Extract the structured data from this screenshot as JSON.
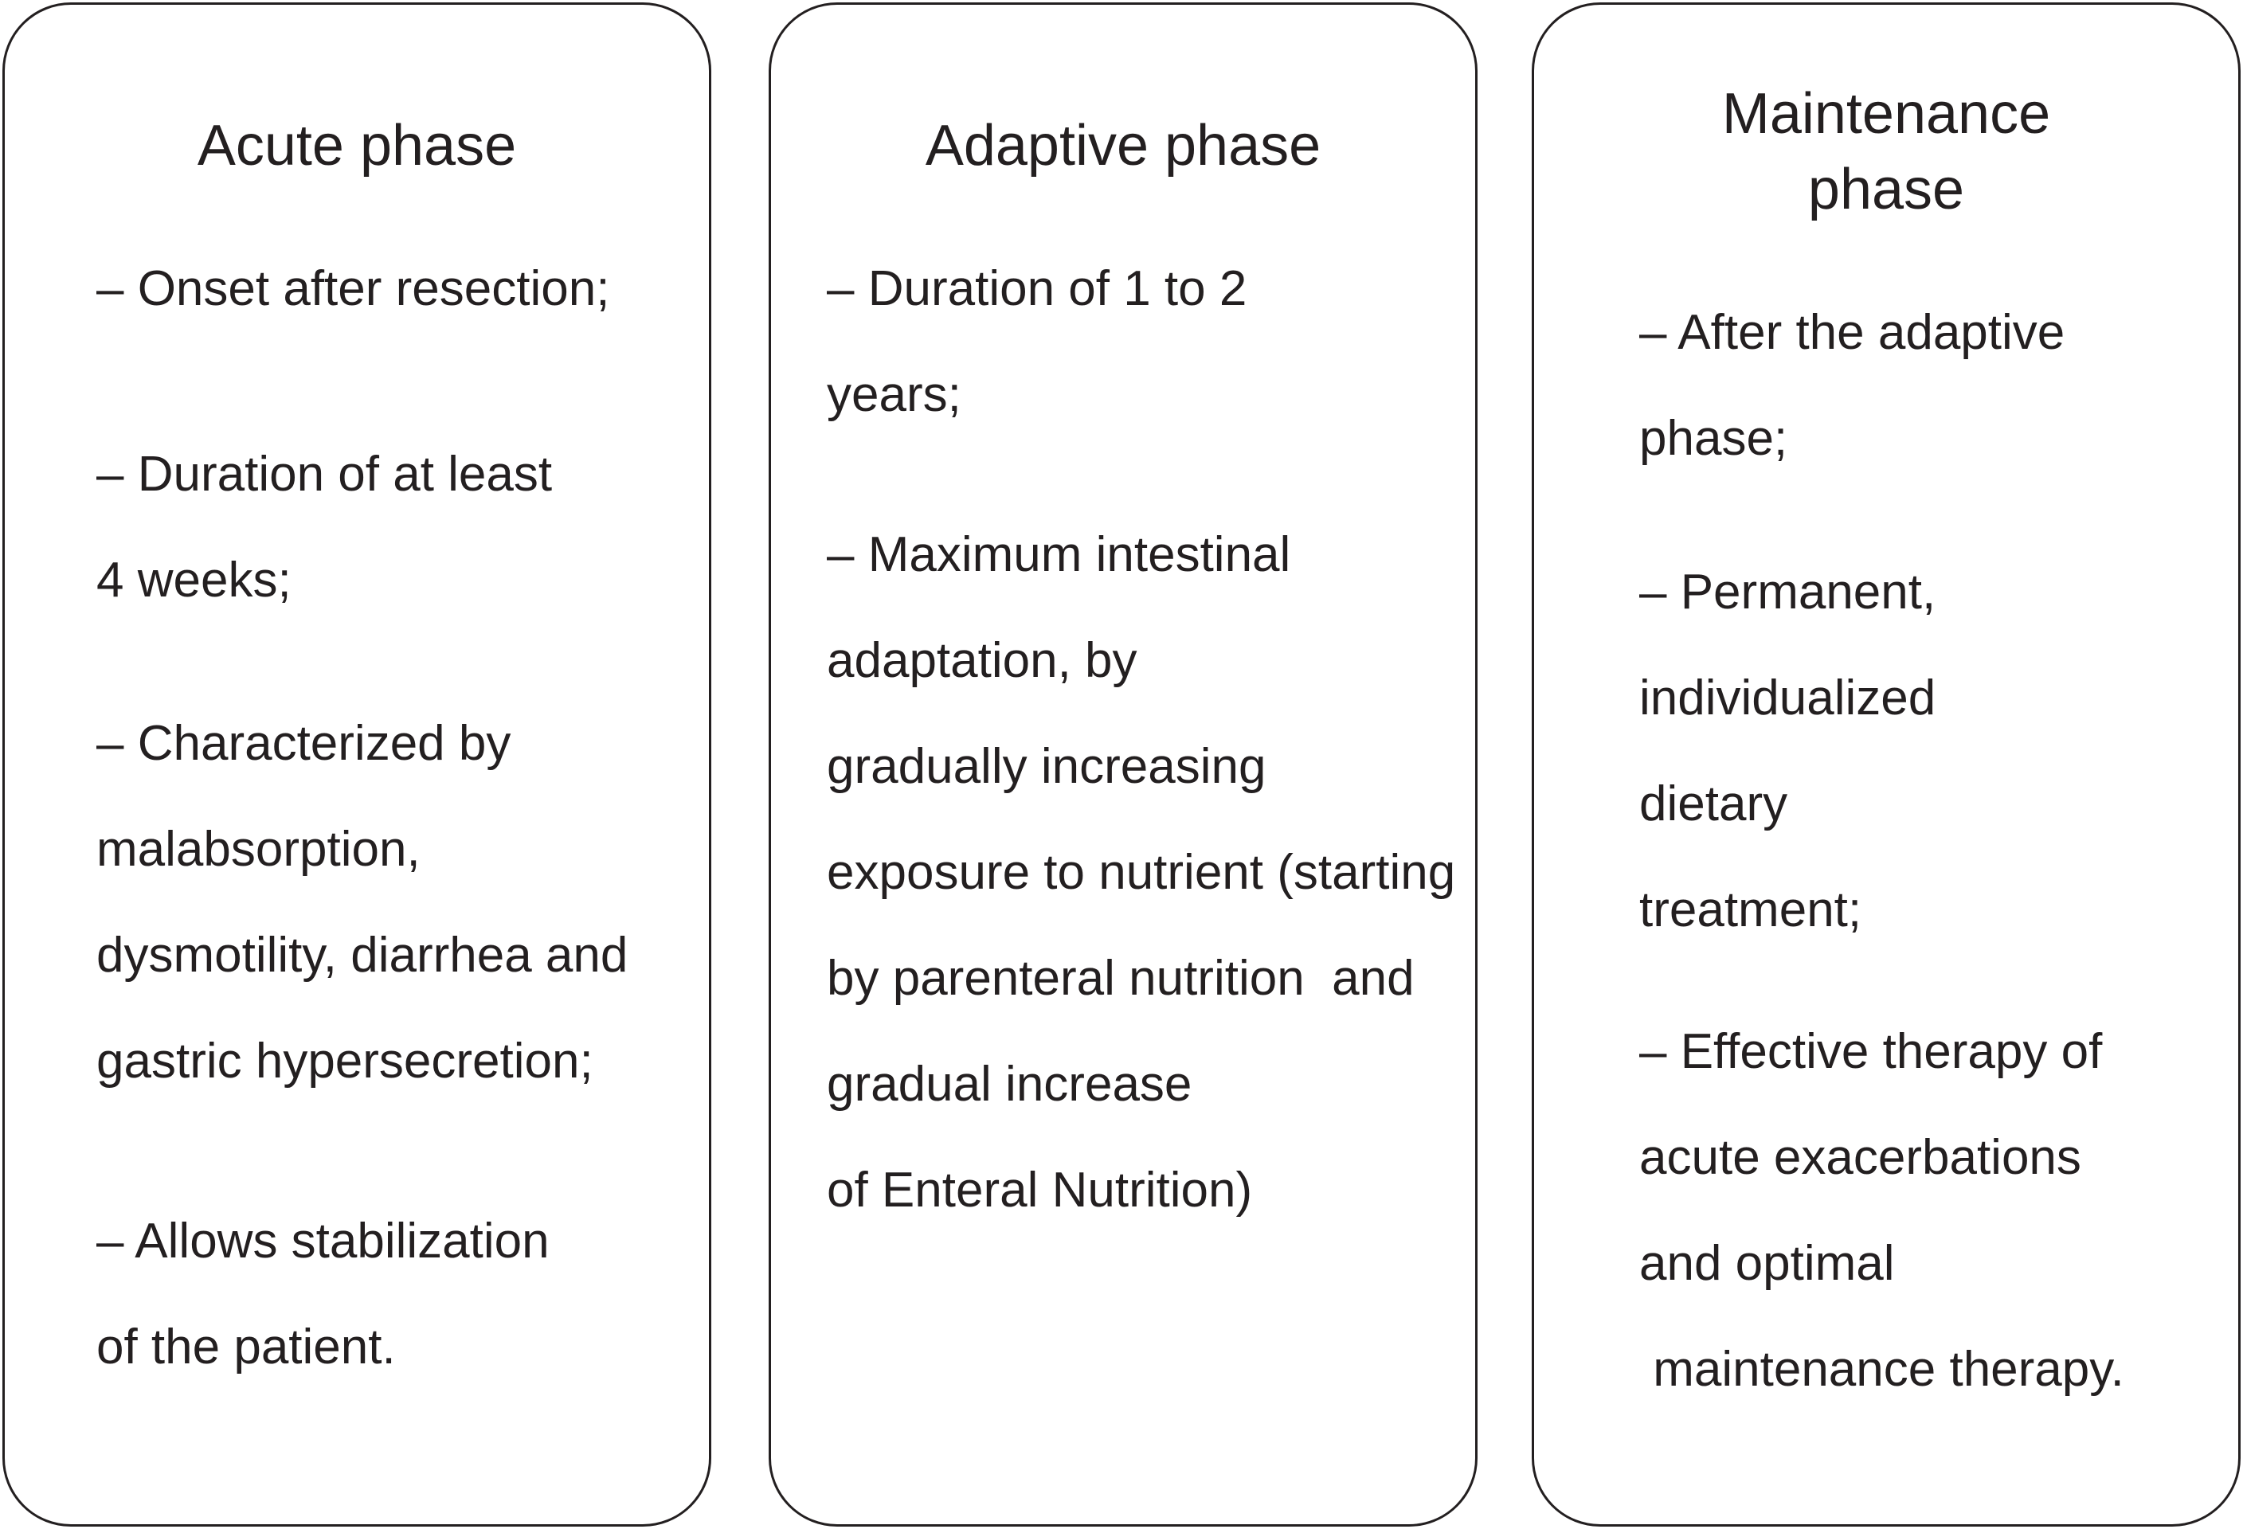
{
  "figure": {
    "background": "#ffffff",
    "text_color": "#231f20",
    "border_color": "#231f20"
  },
  "boxes": [
    {
      "title": "Acute phase",
      "lines": [
        "– Onset after resection;",
        "– Duration of at least",
        "4 weeks;",
        "– Characterized by",
        "malabsorption,",
        "dysmotility, diarrhea and",
        "gastric hypersecretion;",
        "– Allows stabilization",
        "of the patient."
      ]
    },
    {
      "title": "Adaptive phase",
      "lines": [
        "– Duration of 1 to 2",
        "years;",
        "– Maximum intestinal",
        "adaptation, by",
        "gradually increasing",
        "exposure to nutrient (starting",
        "by parenteral nutrition  and",
        "gradual increase",
        "of Enteral Nutrition)"
      ]
    },
    {
      "title": "Maintenance phase",
      "lines": [
        "– After the adaptive",
        "phase;",
        "– Permanent,",
        "individualized",
        "dietary",
        "treatment;",
        "– Effective therapy of",
        "acute exacerbations",
        "and optimal",
        " maintenance therapy."
      ]
    }
  ]
}
